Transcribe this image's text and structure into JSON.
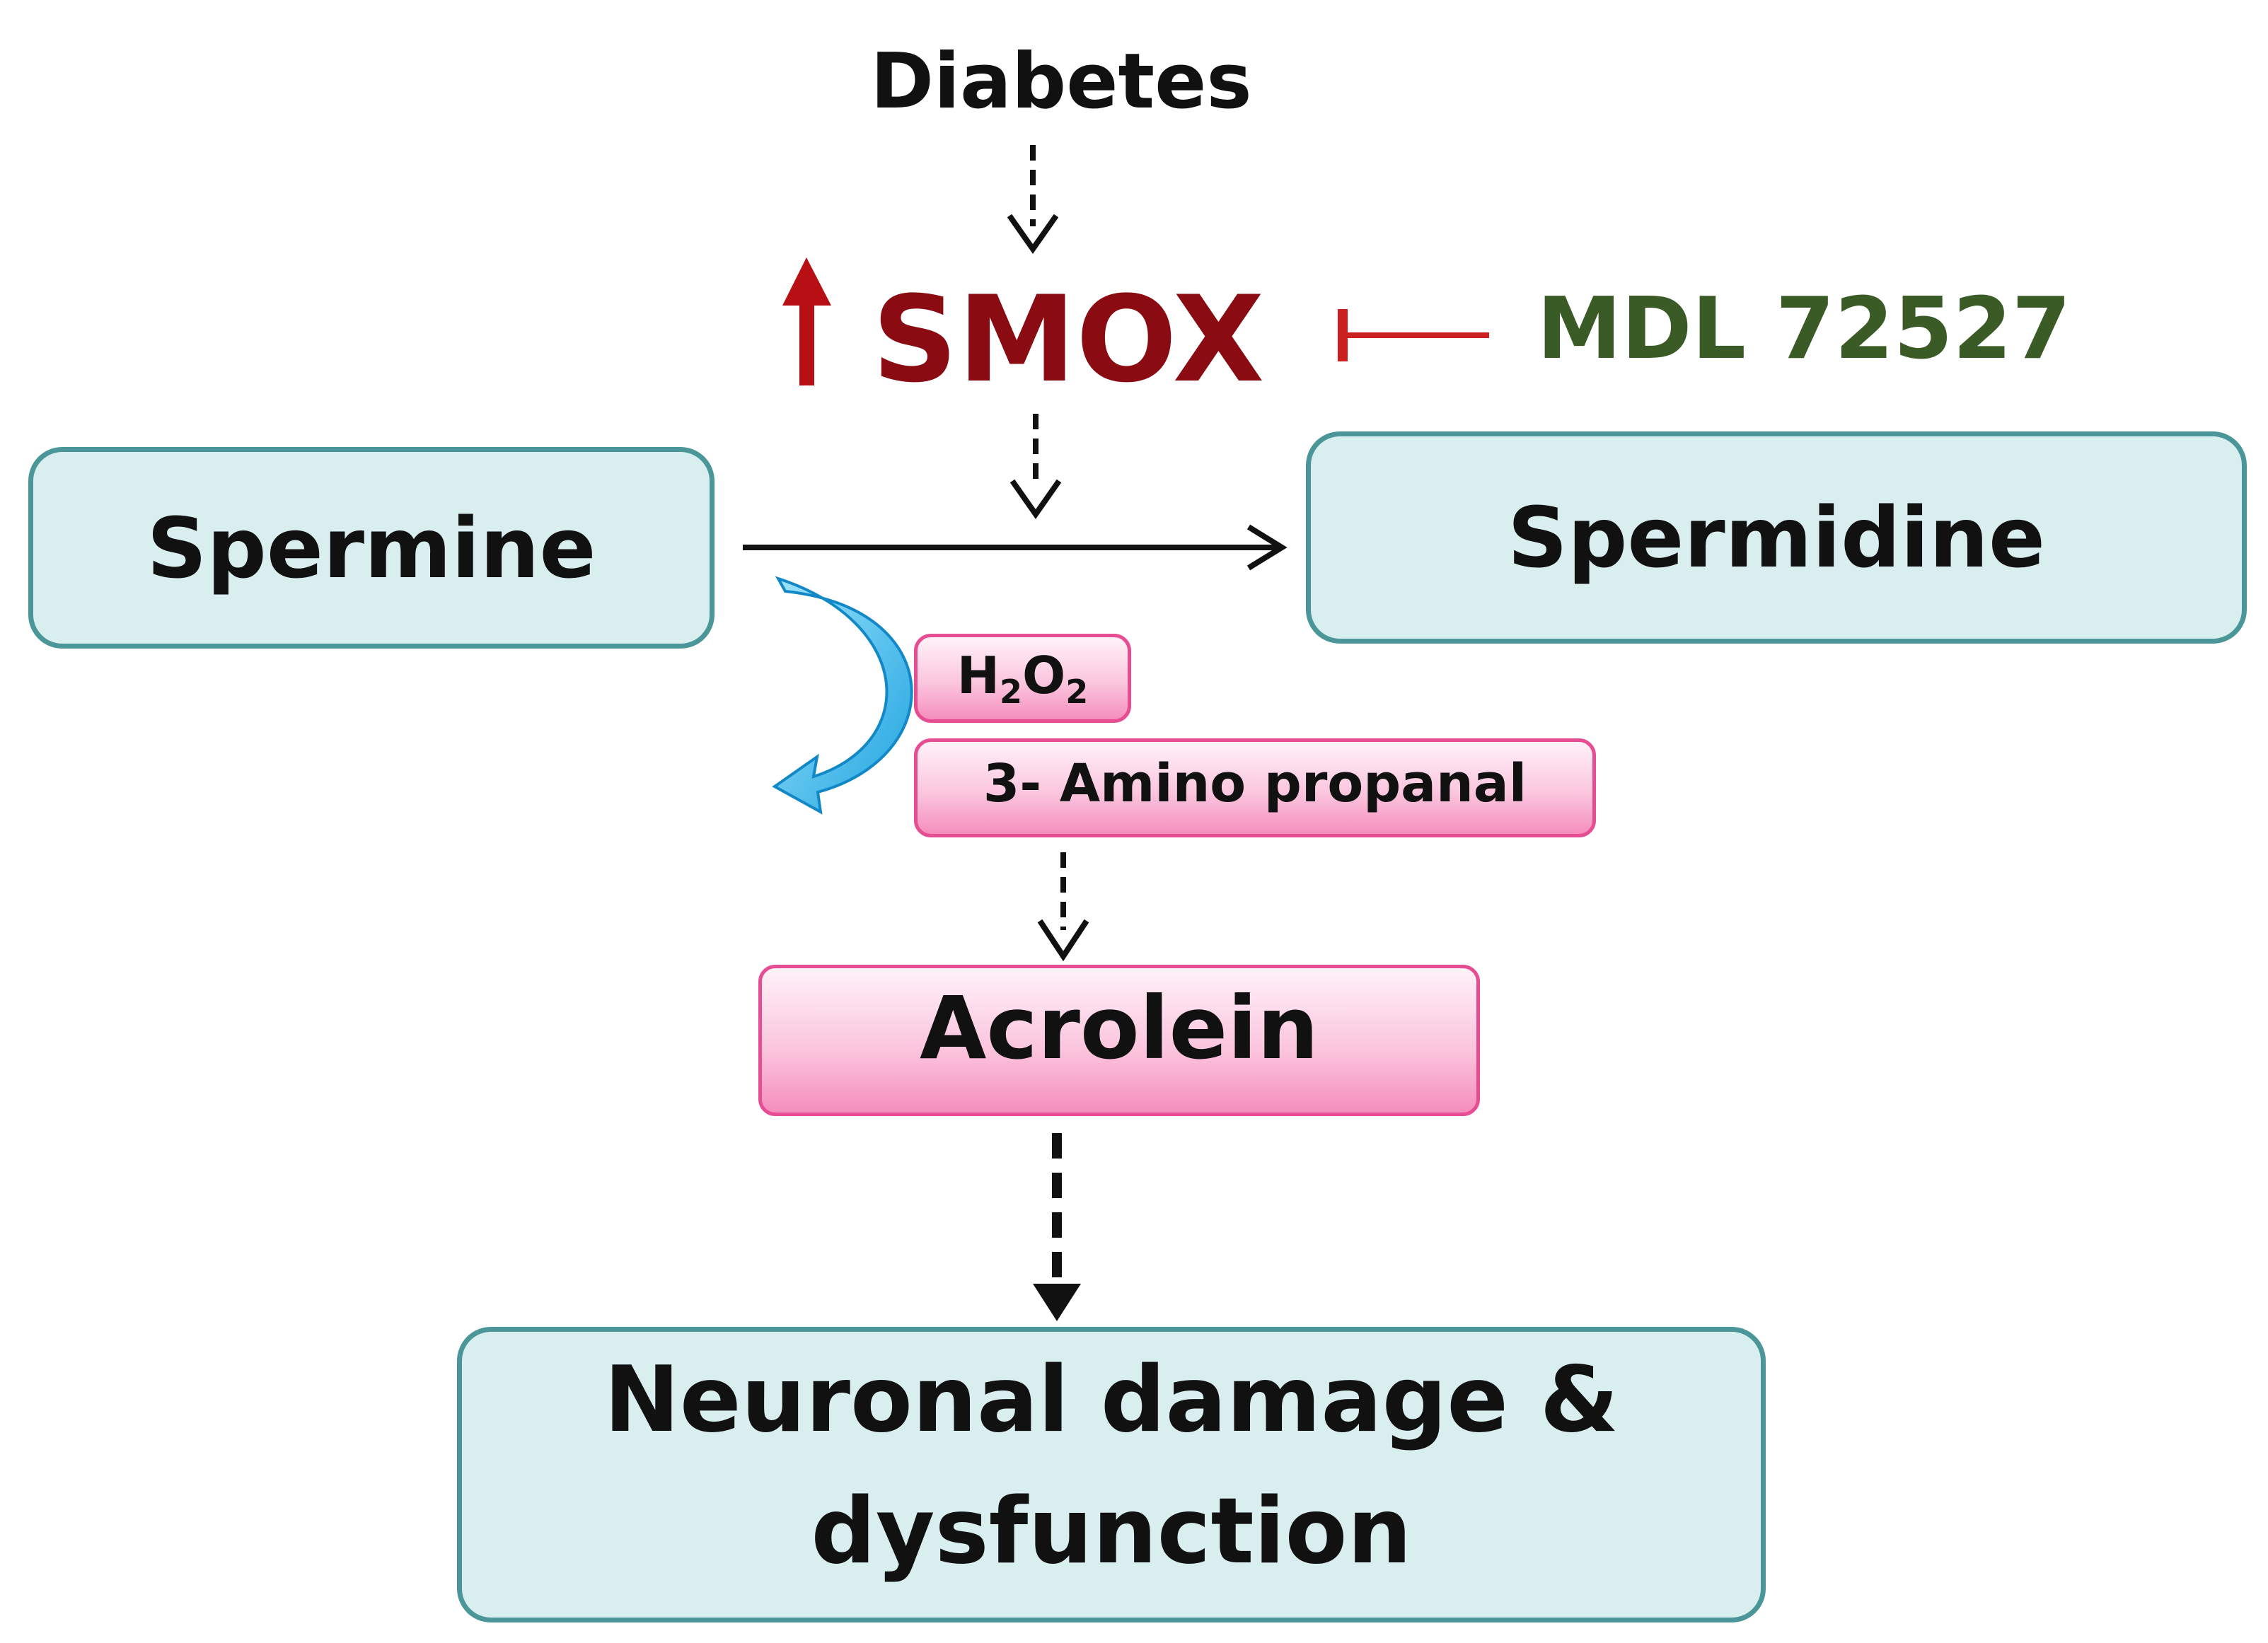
{
  "nodes": {
    "diabetes": "Diabetes",
    "smox": "SMOX",
    "inhibitor": "MDL 72527",
    "spermine": "Spermine",
    "spermidine": "Spermidine",
    "h2o2": {
      "main_1": "H",
      "sub_1": "2",
      "main_2": "O",
      "sub_2": "2"
    },
    "amino_propanal": "3- Amino propanal",
    "acrolein": "Acrolein",
    "neuronal_damage": {
      "line_1": "Neuronal damage &",
      "line_2": "dysfunction"
    }
  },
  "edges": [
    {
      "from": "Diabetes",
      "to": "SMOX",
      "style": "dashed"
    },
    {
      "from": "MDL 72527",
      "to": "SMOX",
      "style": "inhibition"
    },
    {
      "from": "SMOX",
      "to": "Spermine → Spermidine reaction",
      "style": "dashed"
    },
    {
      "from": "Spermine",
      "to": "Spermidine",
      "style": "solid"
    },
    {
      "from": "Spermine",
      "to": "H2O2 / 3- Amino propanal",
      "style": "curved"
    },
    {
      "from": "3- Amino propanal",
      "to": "Acrolein",
      "style": "dashed"
    },
    {
      "from": "Acrolein",
      "to": "Neuronal damage & dysfunction",
      "style": "dashed"
    }
  ],
  "colors": {
    "smox_text": "#8a0c12",
    "upregulation_arrow": "#b80f14",
    "inhibitor_text": "#3a5a26",
    "inhibitor_line": "#cc1f1f",
    "teal_border": "#4a9698",
    "teal_fill": "#d9eeef",
    "pink_border": "#e64d93",
    "curved_arrow": "#3ab8ea"
  },
  "icons": {
    "upregulation": "up-arrow-icon",
    "byproduct_flow": "curved-arrow-icon"
  }
}
